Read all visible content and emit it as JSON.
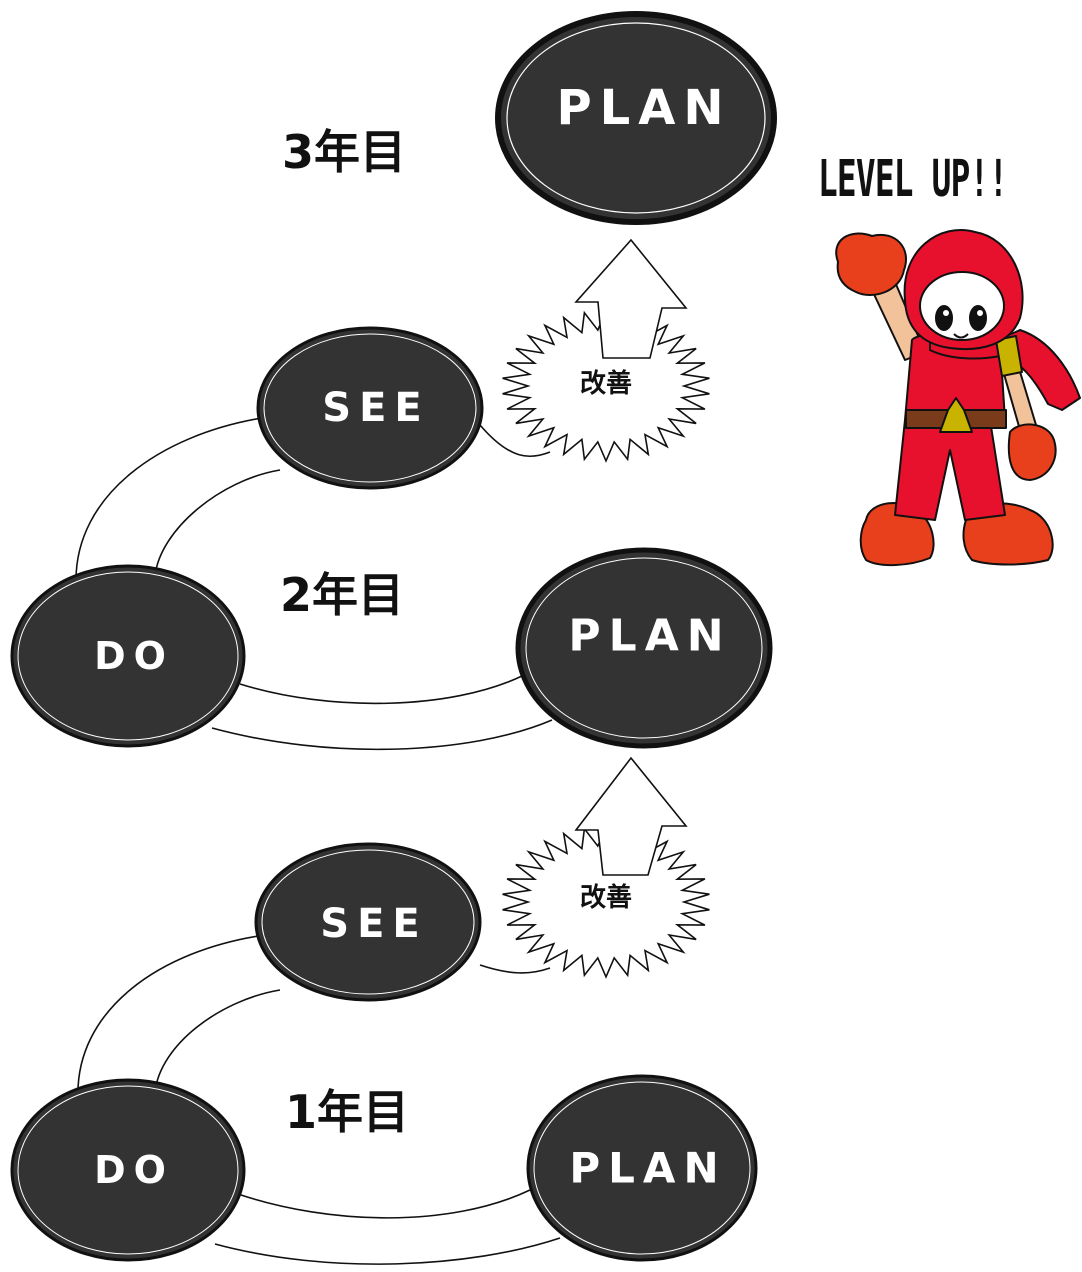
{
  "title": "",
  "level_up": "LEVEL UP!!",
  "years": [
    {
      "label": "1年目",
      "plan": "PLAN",
      "do": "DO",
      "see": "SEE",
      "improve": "改善"
    },
    {
      "label": "2年目",
      "plan": "PLAN",
      "do": "DO",
      "see": "SEE",
      "improve": "改善"
    },
    {
      "label": "3年目",
      "plan": "PLAN"
    }
  ],
  "colors": {
    "node_fill": "#333333",
    "node_stroke": "#111111",
    "mascot_red": "#e8112d",
    "mascot_orange": "#e8401c"
  },
  "icons": {
    "mascot": "ninja-mascot-illustration",
    "burst": "starburst-icon",
    "arrow": "hollow-up-arrow-icon"
  }
}
